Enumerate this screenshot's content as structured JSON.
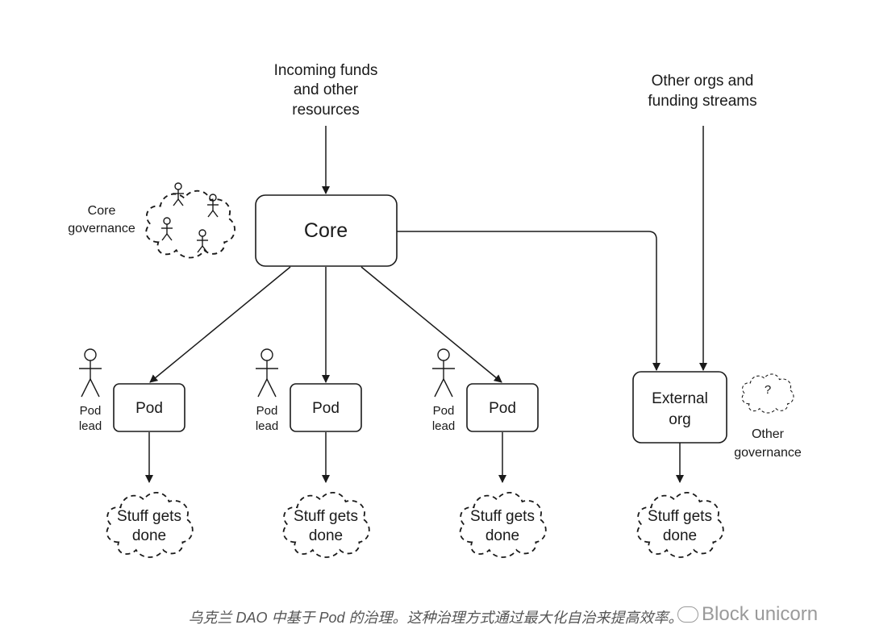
{
  "nodes": {
    "incoming": {
      "line1": "Incoming funds",
      "line2": "and other",
      "line3": "resources"
    },
    "other_orgs": {
      "line1": "Other orgs and",
      "line2": "funding streams"
    },
    "core": {
      "label": "Core"
    },
    "core_governance": {
      "line1": "Core",
      "line2": "governance"
    },
    "pods": [
      {
        "label": "Pod",
        "lead_line1": "Pod",
        "lead_line2": "lead",
        "outcome_line1": "Stuff gets",
        "outcome_line2": "done"
      },
      {
        "label": "Pod",
        "lead_line1": "Pod",
        "lead_line2": "lead",
        "outcome_line1": "Stuff gets",
        "outcome_line2": "done"
      },
      {
        "label": "Pod",
        "lead_line1": "Pod",
        "lead_line2": "lead",
        "outcome_line1": "Stuff gets",
        "outcome_line2": "done"
      }
    ],
    "external_org": {
      "line1": "External",
      "line2": "org",
      "outcome_line1": "Stuff gets",
      "outcome_line2": "done"
    },
    "other_governance": {
      "mark": "?",
      "line1": "Other",
      "line2": "governance"
    }
  },
  "edges": [
    {
      "from": "incoming",
      "to": "core"
    },
    {
      "from": "core",
      "to": "pod-1"
    },
    {
      "from": "core",
      "to": "pod-2"
    },
    {
      "from": "core",
      "to": "pod-3"
    },
    {
      "from": "core",
      "to": "external_org"
    },
    {
      "from": "other_orgs",
      "to": "external_org"
    },
    {
      "from": "pod-1",
      "to": "stuff-gets-done-1"
    },
    {
      "from": "pod-2",
      "to": "stuff-gets-done-2"
    },
    {
      "from": "pod-3",
      "to": "stuff-gets-done-3"
    },
    {
      "from": "external_org",
      "to": "stuff-gets-done-4"
    }
  ],
  "caption": "乌克兰 DAO 中基于 Pod 的治理。这种治理方式通过最大化自治来提高效率。",
  "watermark": "Block unicorn"
}
